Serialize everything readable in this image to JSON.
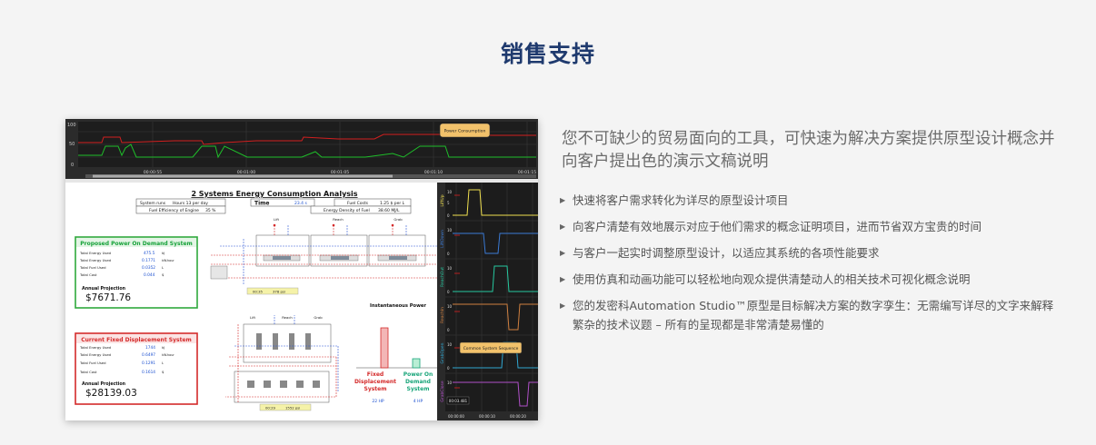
{
  "section": {
    "title": "销售支持"
  },
  "description": "您不可缺少的贸易面向的工具，可快速为解决方案提供原型设计概念并向客户提出色的演示文稿说明",
  "features": [
    {
      "text": "快速将客户需求转化为详尽的原型设计项目"
    },
    {
      "text": "向客户清楚有效地展示对应于他们需求的概念证明项目，进而节省双方宝贵的时间"
    },
    {
      "text": "与客户一起实时调整原型设计，以适应其系统的各项性能要求"
    },
    {
      "text": "使用仿真和动画功能可以轻松地向观众提供清楚动人的相关技术可视化概念说明"
    },
    {
      "text": "您的发密科Automation Studio™原型是目标解决方案的数字孪生：无需编写详尽的文字来解释繁杂的技术议题 – 所有的呈现都是非常清楚易懂的"
    }
  ],
  "screenshot": {
    "top_chart": {
      "label": "Power Consumption",
      "y_ticks": [
        "100",
        "50",
        "0"
      ],
      "time_labels": [
        "00:00:55",
        "00:01:00",
        "00:01:05",
        "00:01:10",
        "00:01:15"
      ]
    },
    "analysis_title": "2 Systems Energy Consumption Analysis",
    "params": {
      "system_runs_label": "System runs",
      "system_runs_value": "Hours  13 per day",
      "time_label": "Time",
      "time_value": "23.4 s",
      "fuel_costs_label": "Fuel Costs",
      "fuel_costs_value": "1.25 $ per L",
      "engine_eff_label": "Fuel Efficiency of Engine",
      "engine_eff_value": "35 %",
      "energy_density_label": "Energy Density of Fuel",
      "energy_density_value": "38.60 MJ/L"
    },
    "proposed": {
      "title": "Proposed Power On Demand System",
      "rows": [
        {
          "label": "Total Energy Used",
          "value": "475.5",
          "unit": "kJ"
        },
        {
          "label": "Total Energy Used",
          "value": "0.1771",
          "unit": "kW.hour"
        },
        {
          "label": "Total Fuel Used",
          "value": "0.0352",
          "unit": "L"
        },
        {
          "label": "Total Cost",
          "value": "0.044",
          "unit": "$"
        }
      ],
      "annual_label": "Annual Projection",
      "annual_value": "$7671.76"
    },
    "current": {
      "title": "Current Fixed Displacement System",
      "rows": [
        {
          "label": "Total Energy Used",
          "value": "1744",
          "unit": "kJ"
        },
        {
          "label": "Total Energy Used",
          "value": "0.6497",
          "unit": "kW.hour"
        },
        {
          "label": "Total Fuel Used",
          "value": "0.1291",
          "unit": "L"
        },
        {
          "label": "Total Cost",
          "value": "0.1614",
          "unit": "$"
        }
      ],
      "annual_label": "Annual Projection",
      "annual_value": "$28139.03"
    },
    "circuit_labels": [
      "Lift",
      "Reach",
      "Grab"
    ],
    "readout_top": [
      "00:35",
      "378 psi"
    ],
    "readout_bottom": [
      "00:29",
      "1552 psi"
    ],
    "instantaneous": {
      "title": "Instantaneous Power",
      "bar1_label": [
        "Fixed",
        "Displacement",
        "System"
      ],
      "bar1_value": "22 HP",
      "bar2_label": [
        "Power On",
        "Demand",
        "System"
      ],
      "bar2_value": "4 HP"
    },
    "right_chart": {
      "channels": [
        "LiftUp",
        "LiftDown",
        "ReachOut",
        "ReachIn",
        "GrabOpen",
        "GrabClose"
      ],
      "y_ticks": [
        "10",
        "5",
        "0"
      ],
      "time_labels": [
        "00:00:00",
        "00:00:10",
        "00:00:20"
      ],
      "sequence_label": "Common System Sequence",
      "time_box": "00:03.481"
    }
  }
}
